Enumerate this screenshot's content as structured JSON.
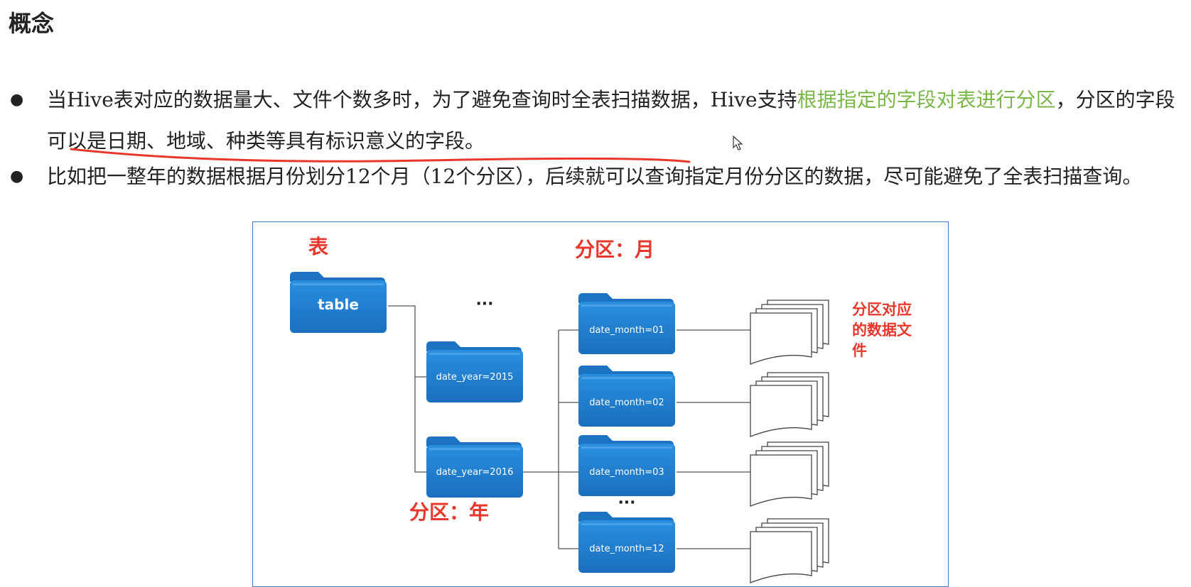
{
  "page": {
    "title": "概念"
  },
  "bullets": [
    {
      "parts": {
        "p1": "当",
        "p2": "Hive",
        "p3": "表对应的数据量大、文件个数多时，为了避免查询时全表扫描数据，",
        "p4": "Hive",
        "p5": "支持",
        "p6": "根据指定的字段对表进行分区",
        "p7": "，分区的字段可以是日期、地域、种类等具有标识意义的字段。"
      }
    },
    {
      "parts": {
        "p1": "比如把一整年的数据根据月份划分",
        "p2": "12",
        "p3": "个月（",
        "p4": "12",
        "p5": "个分区），后续就可以查询指定月份分区的数据，尽可能避免了全表扫描查询。"
      }
    }
  ],
  "colors": {
    "highlight_green": "#7ab648",
    "annotation_red": "#e8372c",
    "folder_blue": "#1e7fd0",
    "frame_blue": "#3b7dc9"
  },
  "diagram": {
    "label_table": "表",
    "label_partition_month": "分区：月",
    "label_partition_year": "分区：年",
    "label_files_line1": "分区对应",
    "label_files_line2": "的数据文",
    "label_files_line3": "件",
    "ellipsis": "···",
    "folders": {
      "table": "table",
      "year_2015": "date_year=2015",
      "year_2016": "date_year=2016",
      "month_01": "date_month=01",
      "month_02": "date_month=02",
      "month_03": "date_month=03",
      "month_12": "date_month=12"
    }
  }
}
